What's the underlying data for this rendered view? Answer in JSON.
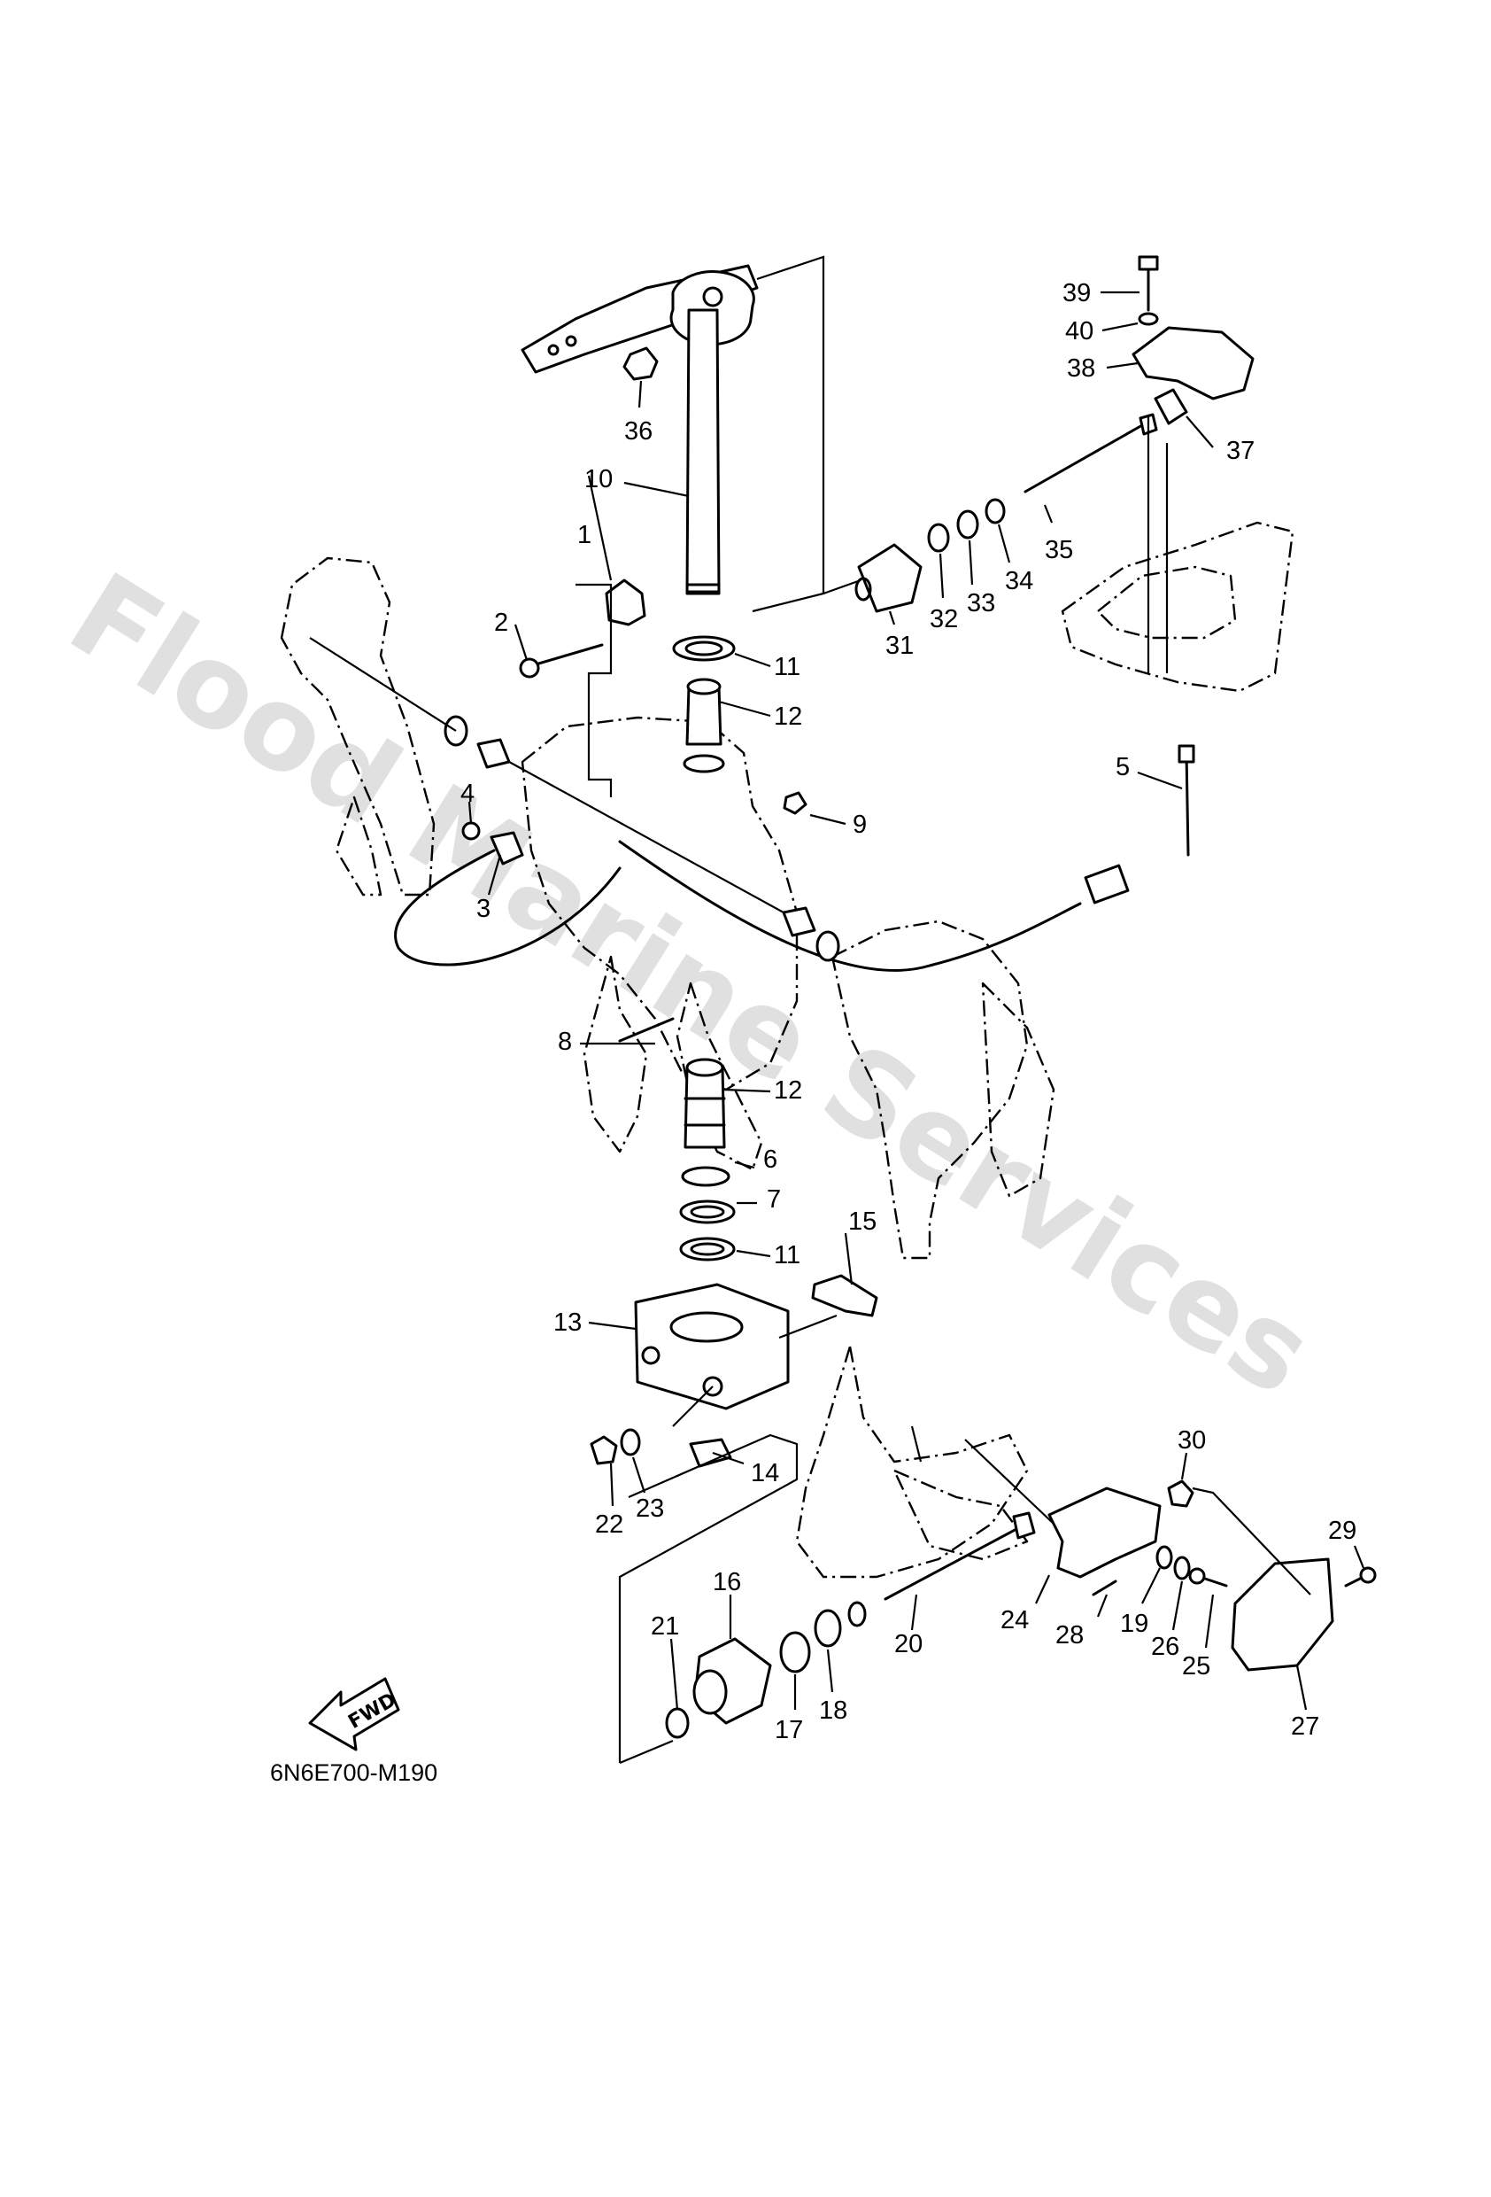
{
  "diagram": {
    "code": "6N6E700-M190",
    "watermark": "Flood Marine Services",
    "fwd_label": "FWD",
    "callouts": [
      {
        "id": "c1",
        "label": "1"
      },
      {
        "id": "c2",
        "label": "2"
      },
      {
        "id": "c3",
        "label": "3"
      },
      {
        "id": "c4",
        "label": "4"
      },
      {
        "id": "c5",
        "label": "5"
      },
      {
        "id": "c6",
        "label": "6"
      },
      {
        "id": "c7",
        "label": "7"
      },
      {
        "id": "c8",
        "label": "8"
      },
      {
        "id": "c9",
        "label": "9"
      },
      {
        "id": "c10",
        "label": "10"
      },
      {
        "id": "c11a",
        "label": "11"
      },
      {
        "id": "c11b",
        "label": "11"
      },
      {
        "id": "c12a",
        "label": "12"
      },
      {
        "id": "c12b",
        "label": "12"
      },
      {
        "id": "c13",
        "label": "13"
      },
      {
        "id": "c14",
        "label": "14"
      },
      {
        "id": "c15",
        "label": "15"
      },
      {
        "id": "c16",
        "label": "16"
      },
      {
        "id": "c17",
        "label": "17"
      },
      {
        "id": "c18",
        "label": "18"
      },
      {
        "id": "c19",
        "label": "19"
      },
      {
        "id": "c20",
        "label": "20"
      },
      {
        "id": "c21",
        "label": "21"
      },
      {
        "id": "c22",
        "label": "22"
      },
      {
        "id": "c23",
        "label": "23"
      },
      {
        "id": "c24",
        "label": "24"
      },
      {
        "id": "c25",
        "label": "25"
      },
      {
        "id": "c26",
        "label": "26"
      },
      {
        "id": "c27",
        "label": "27"
      },
      {
        "id": "c28",
        "label": "28"
      },
      {
        "id": "c29",
        "label": "29"
      },
      {
        "id": "c30",
        "label": "30"
      },
      {
        "id": "c31",
        "label": "31"
      },
      {
        "id": "c32",
        "label": "32"
      },
      {
        "id": "c33",
        "label": "33"
      },
      {
        "id": "c34",
        "label": "34"
      },
      {
        "id": "c35",
        "label": "35"
      },
      {
        "id": "c36",
        "label": "36"
      },
      {
        "id": "c37",
        "label": "37"
      },
      {
        "id": "c38",
        "label": "38"
      },
      {
        "id": "c39",
        "label": "39"
      },
      {
        "id": "c40",
        "label": "40"
      }
    ]
  }
}
